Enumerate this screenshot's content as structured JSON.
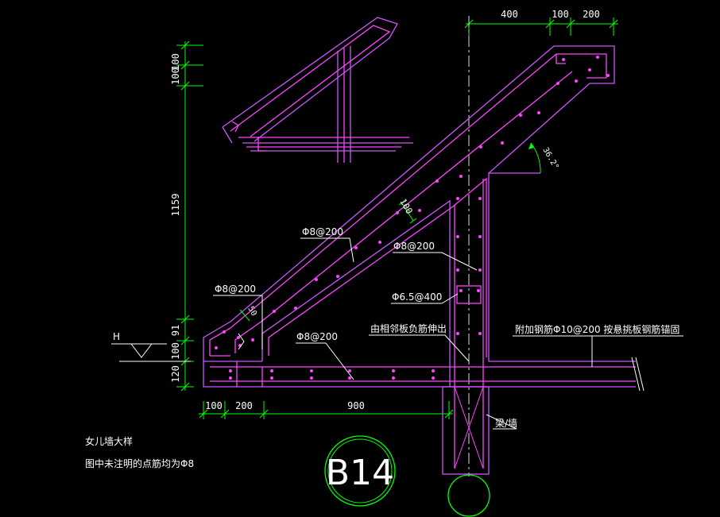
{
  "colors": {
    "background": "#000000",
    "rebar": "#ff44ff",
    "concrete": "#cc55ff",
    "dimension": "#00ff00",
    "text": "#ffffff",
    "centerline": "#dddddd",
    "title_circle": "#00ff00"
  },
  "dimensions": {
    "top": [
      "400",
      "100",
      "200"
    ],
    "left": [
      "100",
      "100",
      "1159",
      "91",
      "100",
      "120"
    ],
    "bottom": [
      "100",
      "200",
      "900"
    ],
    "slab_thickness": "100",
    "small_offset": "50",
    "angle": "36.2°"
  },
  "annotations": {
    "rebar_top_left": "Φ8@200",
    "rebar_slope": "Φ8@200",
    "rebar_column": "Φ8@200",
    "stirrup": "Φ6.5@400",
    "rebar_slab": "Φ8@200",
    "slab_extension": "由相邻板负筋伸出",
    "additional_rebar": "附加钢筋Φ10@200 按悬挑板钢筋锚固",
    "beam_wall": "梁/墙",
    "elevation_mark": "H"
  },
  "notes": [
    "女儿墙大样",
    "图中未注明的点筋均为Φ8"
  ],
  "title": "B14"
}
